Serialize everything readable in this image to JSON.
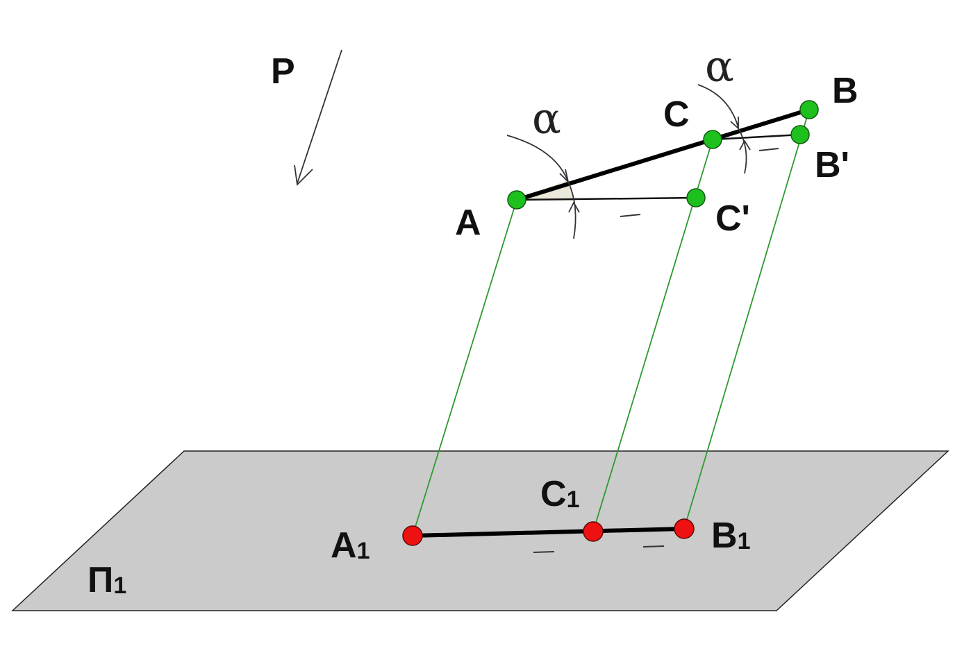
{
  "colors": {
    "plane_fill": "#cbcbcb",
    "projector": "#2e9a2e",
    "point_space": "#1ec01e",
    "point_plane": "#ee1111",
    "segment": "#000000",
    "angle_fill": "#ece7db"
  },
  "labels": {
    "direction": "P",
    "plane_main": "П",
    "plane_sub": "1",
    "a": "A",
    "b": "B",
    "c": "C",
    "c_prime": "C'",
    "b_prime": "B'",
    "a1_main": "A",
    "a1_sub": "1",
    "b1_main": "B",
    "b1_sub": "1",
    "c1_main": "C",
    "c1_sub": "1",
    "alpha_1": "α",
    "alpha_2": "α"
  }
}
